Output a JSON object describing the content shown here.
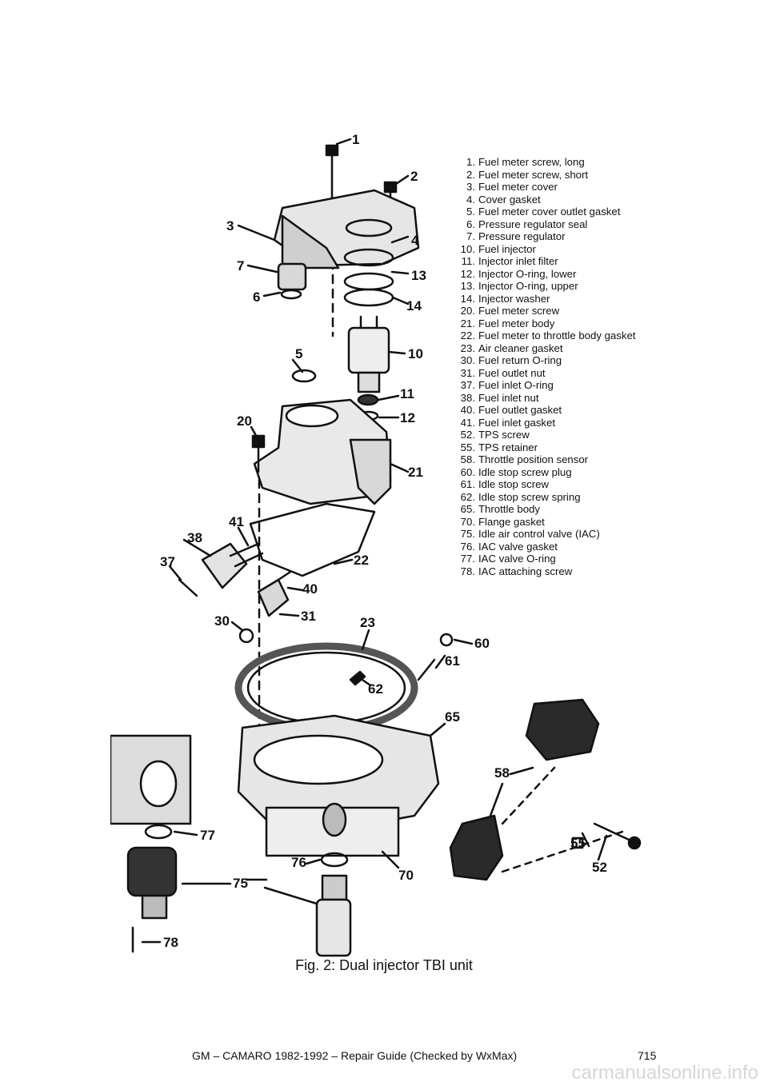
{
  "legend": [
    {
      "num": "1.",
      "label": "Fuel meter screw, long"
    },
    {
      "num": "2.",
      "label": "Fuel meter screw, short"
    },
    {
      "num": "3.",
      "label": "Fuel meter cover"
    },
    {
      "num": "4.",
      "label": "Cover gasket"
    },
    {
      "num": "5.",
      "label": "Fuel meter cover outlet gasket"
    },
    {
      "num": "6.",
      "label": "Pressure regulator seal"
    },
    {
      "num": "7.",
      "label": "Pressure regulator"
    },
    {
      "num": "10.",
      "label": "Fuel injector"
    },
    {
      "num": "11.",
      "label": "Injector inlet filter"
    },
    {
      "num": "12.",
      "label": "Injector O-ring, lower"
    },
    {
      "num": "13.",
      "label": "Injector O-ring, upper"
    },
    {
      "num": "14.",
      "label": "Injector washer"
    },
    {
      "num": "20.",
      "label": "Fuel meter screw"
    },
    {
      "num": "21.",
      "label": "Fuel meter body"
    },
    {
      "num": "22.",
      "label": "Fuel meter to throttle body gasket"
    },
    {
      "num": "23.",
      "label": "Air cleaner gasket"
    },
    {
      "num": "30.",
      "label": "Fuel return O-ring"
    },
    {
      "num": "31.",
      "label": "Fuel outlet nut"
    },
    {
      "num": "37.",
      "label": "Fuel inlet O-ring"
    },
    {
      "num": "38.",
      "label": "Fuel inlet nut"
    },
    {
      "num": "40.",
      "label": "Fuel outlet gasket"
    },
    {
      "num": "41.",
      "label": "Fuel inlet gasket"
    },
    {
      "num": "52.",
      "label": "TPS screw"
    },
    {
      "num": "55.",
      "label": "TPS retainer"
    },
    {
      "num": "58.",
      "label": "Throttle position sensor"
    },
    {
      "num": "60.",
      "label": "Idle stop screw plug"
    },
    {
      "num": "61.",
      "label": "Idle stop screw"
    },
    {
      "num": "62.",
      "label": "Idle stop screw spring"
    },
    {
      "num": "65.",
      "label": "Throttle body"
    },
    {
      "num": "70.",
      "label": "Flange gasket"
    },
    {
      "num": "75.",
      "label": "Idle air control valve (IAC)"
    },
    {
      "num": "76.",
      "label": "IAC valve gasket"
    },
    {
      "num": "77.",
      "label": "IAC valve O-ring"
    },
    {
      "num": "78.",
      "label": "IAC attaching screw"
    }
  ],
  "callouts": {
    "c1": "1",
    "c2": "2",
    "c3": "3",
    "c4": "4",
    "c5": "5",
    "c6": "6",
    "c7": "7",
    "c10": "10",
    "c11": "11",
    "c12": "12",
    "c13": "13",
    "c14": "14",
    "c20": "20",
    "c21": "21",
    "c22": "22",
    "c23": "23",
    "c30": "30",
    "c31": "31",
    "c37": "37",
    "c38": "38",
    "c40": "40",
    "c41": "41",
    "c52": "52",
    "c55": "55",
    "c58": "58",
    "c60": "60",
    "c61": "61",
    "c62": "62",
    "c65": "65",
    "c70": "70",
    "c75": "75",
    "c76": "76",
    "c77": "77",
    "c78": "78"
  },
  "caption": "Fig. 2: Dual injector TBI unit",
  "footer": "GM – CAMARO 1982-1992 – Repair Guide (Checked by WxMax)",
  "page_number": "715",
  "watermark": "carmanualsonline.info"
}
